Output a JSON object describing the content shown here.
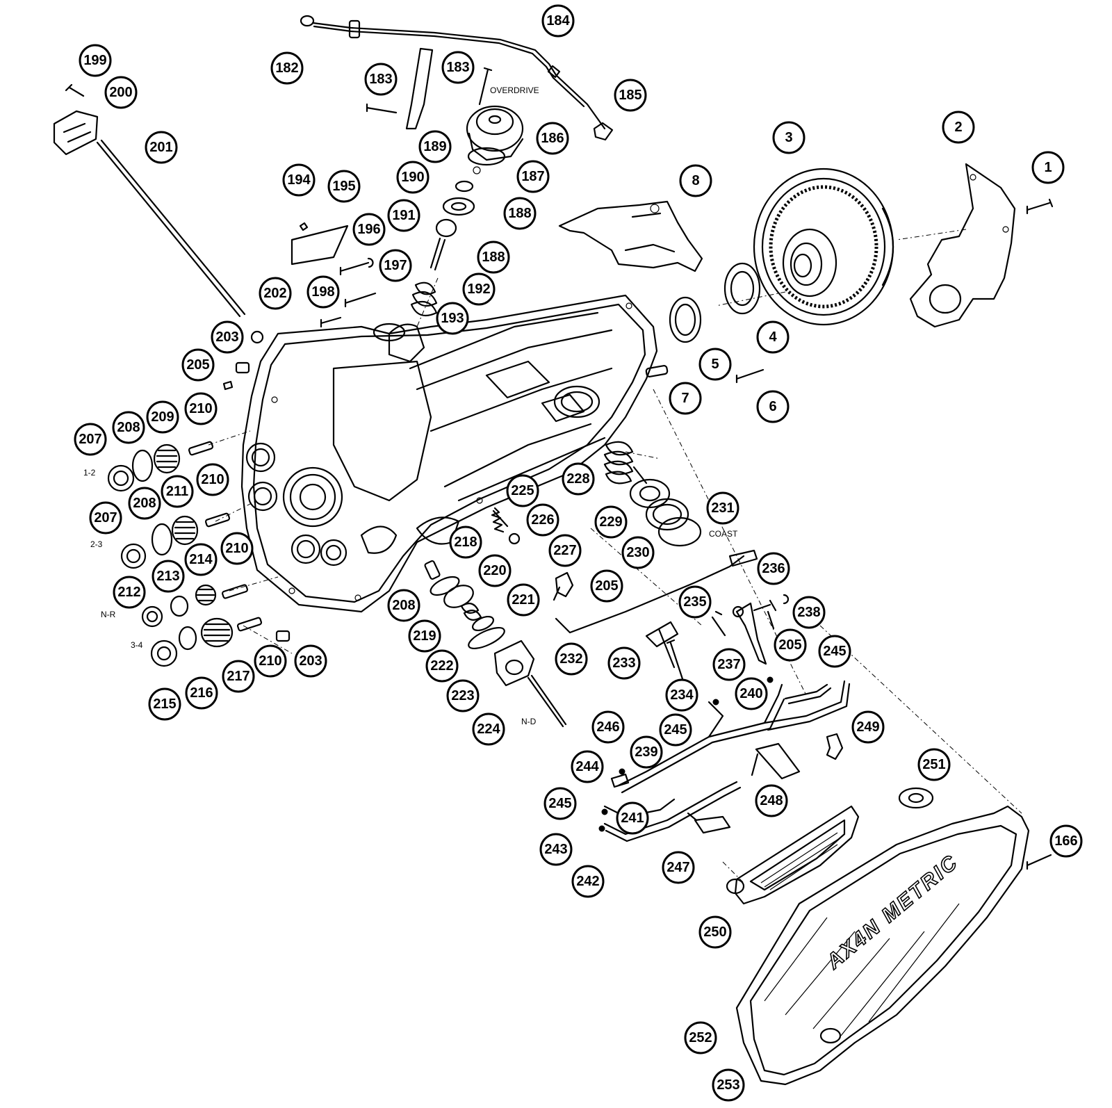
{
  "diagram": {
    "brand_text": "AX4N METRIC",
    "annotations": {
      "overdrive": "OVERDRIVE",
      "coast": "COAST",
      "shift_1_2": "1-2",
      "shift_2_3": "2-3",
      "n_r": "N-R",
      "shift_3_4": "3-4",
      "n_d": "N-D"
    },
    "callouts": [
      {
        "id": "c-199",
        "label": "199"
      },
      {
        "id": "c-200",
        "label": "200"
      },
      {
        "id": "c-201",
        "label": "201"
      },
      {
        "id": "c-182",
        "label": "182"
      },
      {
        "id": "c-184",
        "label": "184"
      },
      {
        "id": "c-183a",
        "label": "183"
      },
      {
        "id": "c-183b",
        "label": "183"
      },
      {
        "id": "c-185",
        "label": "185"
      },
      {
        "id": "c-186",
        "label": "186"
      },
      {
        "id": "c-187",
        "label": "187"
      },
      {
        "id": "c-188a",
        "label": "188"
      },
      {
        "id": "c-188b",
        "label": "188"
      },
      {
        "id": "c-189",
        "label": "189"
      },
      {
        "id": "c-190",
        "label": "190"
      },
      {
        "id": "c-191",
        "label": "191"
      },
      {
        "id": "c-192",
        "label": "192"
      },
      {
        "id": "c-193",
        "label": "193"
      },
      {
        "id": "c-194",
        "label": "194"
      },
      {
        "id": "c-195",
        "label": "195"
      },
      {
        "id": "c-196",
        "label": "196"
      },
      {
        "id": "c-197",
        "label": "197"
      },
      {
        "id": "c-198",
        "label": "198"
      },
      {
        "id": "c-202",
        "label": "202"
      },
      {
        "id": "c-203a",
        "label": "203"
      },
      {
        "id": "c-205a",
        "label": "205"
      },
      {
        "id": "c-3",
        "label": "3"
      },
      {
        "id": "c-2",
        "label": "2"
      },
      {
        "id": "c-1",
        "label": "1"
      },
      {
        "id": "c-8",
        "label": "8"
      },
      {
        "id": "c-4",
        "label": "4"
      },
      {
        "id": "c-5",
        "label": "5"
      },
      {
        "id": "c-6",
        "label": "6"
      },
      {
        "id": "c-7",
        "label": "7"
      },
      {
        "id": "c-207a",
        "label": "207"
      },
      {
        "id": "c-208a",
        "label": "208"
      },
      {
        "id": "c-209",
        "label": "209"
      },
      {
        "id": "c-210a",
        "label": "210"
      },
      {
        "id": "c-207b",
        "label": "207"
      },
      {
        "id": "c-208b",
        "label": "208"
      },
      {
        "id": "c-211",
        "label": "211"
      },
      {
        "id": "c-210b",
        "label": "210"
      },
      {
        "id": "c-213",
        "label": "213"
      },
      {
        "id": "c-214",
        "label": "214"
      },
      {
        "id": "c-210c",
        "label": "210"
      },
      {
        "id": "c-212",
        "label": "212"
      },
      {
        "id": "c-215",
        "label": "215"
      },
      {
        "id": "c-216",
        "label": "216"
      },
      {
        "id": "c-217",
        "label": "217"
      },
      {
        "id": "c-210d",
        "label": "210"
      },
      {
        "id": "c-203b",
        "label": "203"
      },
      {
        "id": "c-225",
        "label": "225"
      },
      {
        "id": "c-226",
        "label": "226"
      },
      {
        "id": "c-227",
        "label": "227"
      },
      {
        "id": "c-228",
        "label": "228"
      },
      {
        "id": "c-229",
        "label": "229"
      },
      {
        "id": "c-230",
        "label": "230"
      },
      {
        "id": "c-231",
        "label": "231"
      },
      {
        "id": "c-218",
        "label": "218"
      },
      {
        "id": "c-220",
        "label": "220"
      },
      {
        "id": "c-221",
        "label": "221"
      },
      {
        "id": "c-208c",
        "label": "208"
      },
      {
        "id": "c-219",
        "label": "219"
      },
      {
        "id": "c-222",
        "label": "222"
      },
      {
        "id": "c-223",
        "label": "223"
      },
      {
        "id": "c-224",
        "label": "224"
      },
      {
        "id": "c-205b",
        "label": "205"
      },
      {
        "id": "c-236",
        "label": "236"
      },
      {
        "id": "c-238",
        "label": "238"
      },
      {
        "id": "c-235",
        "label": "235"
      },
      {
        "id": "c-205c",
        "label": "205"
      },
      {
        "id": "c-245a",
        "label": "245"
      },
      {
        "id": "c-232",
        "label": "232"
      },
      {
        "id": "c-233",
        "label": "233"
      },
      {
        "id": "c-237",
        "label": "237"
      },
      {
        "id": "c-234",
        "label": "234"
      },
      {
        "id": "c-240",
        "label": "240"
      },
      {
        "id": "c-245b",
        "label": "245"
      },
      {
        "id": "c-246",
        "label": "246"
      },
      {
        "id": "c-239",
        "label": "239"
      },
      {
        "id": "c-249",
        "label": "249"
      },
      {
        "id": "c-244",
        "label": "244"
      },
      {
        "id": "c-251",
        "label": "251"
      },
      {
        "id": "c-245c",
        "label": "245"
      },
      {
        "id": "c-248",
        "label": "248"
      },
      {
        "id": "c-241",
        "label": "241"
      },
      {
        "id": "c-243",
        "label": "243"
      },
      {
        "id": "c-247",
        "label": "247"
      },
      {
        "id": "c-242",
        "label": "242"
      },
      {
        "id": "c-166",
        "label": "166"
      },
      {
        "id": "c-250",
        "label": "250"
      },
      {
        "id": "c-252",
        "label": "252"
      },
      {
        "id": "c-253",
        "label": "253"
      }
    ]
  }
}
